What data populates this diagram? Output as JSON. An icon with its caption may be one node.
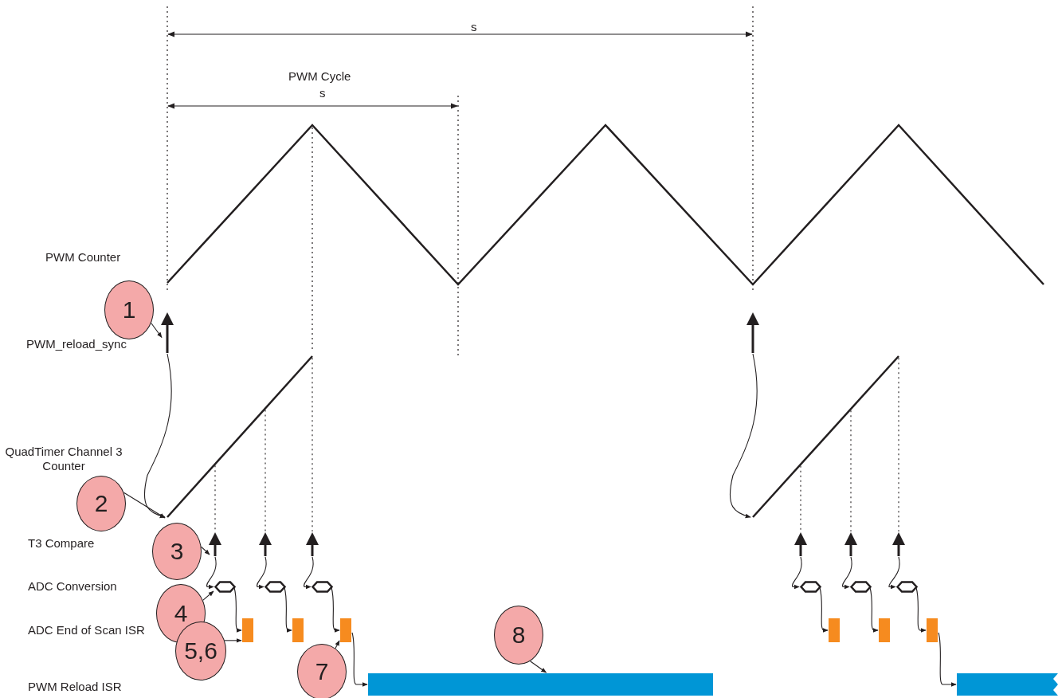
{
  "diagram": {
    "nodes": [
      {
        "text": [
          "1"
        ]
      },
      {
        "text": [],
        "shape": "arrow"
      },
      {
        "text": [],
        "shape": "arrow"
      },
      {
        "text": [],
        "shape": "line"
      },
      {
        "text": [],
        "shape": "line"
      },
      {
        "text": [
          "2"
        ]
      },
      {
        "text": [
          "3"
        ]
      },
      {
        "text": [],
        "shape": "arrow"
      },
      {
        "text": [],
        "shape": "arrow"
      },
      {
        "text": [],
        "shape": "arrow"
      },
      {
        "text": [],
        "shape": "arrow"
      },
      {
        "text": [],
        "shape": "arrow"
      },
      {
        "text": [],
        "shape": "arrow"
      },
      {
        "text": [
          "4"
        ]
      },
      {
        "text": [],
        "shape": "hexagon"
      },
      {
        "text": [],
        "shape": "hexagon"
      },
      {
        "text": [],
        "shape": "hexagon"
      },
      {
        "text": [],
        "shape": "hexagon"
      },
      {
        "text": [],
        "shape": "hexagon"
      },
      {
        "text": [],
        "shape": "hexagon"
      },
      {
        "text": [
          "8"
        ]
      },
      {
        "text": [],
        "shape": "bar"
      },
      {
        "text": [],
        "shape": "bar"
      },
      {
        "text": [],
        "shape": "bar"
      },
      {
        "text": [],
        "shape": "bar"
      },
      {
        "text": [],
        "shape": "bar"
      },
      {
        "text": [],
        "shape": "bar"
      },
      {
        "text": [
          "5,6"
        ]
      },
      {
        "text": [
          "7"
        ]
      },
      {
        "text": [],
        "shape": "bar"
      },
      {
        "text": [],
        "shape": "bar"
      }
    ],
    "edges": [
      {
        "from": 0,
        "to": 1,
        "arrow": "to"
      },
      {
        "from": 1,
        "to": 3,
        "arrow": "to"
      },
      {
        "from": 2,
        "to": 4,
        "arrow": "to"
      },
      {
        "from": 5,
        "to": 3,
        "arrow": "to"
      },
      {
        "from": 6,
        "to": 7,
        "arrow": "to"
      },
      {
        "from": 13,
        "to": 14,
        "arrow": "to"
      },
      {
        "from": 7,
        "to": 14,
        "arrow": "to"
      },
      {
        "from": 8,
        "to": 15,
        "arrow": "to"
      },
      {
        "from": 9,
        "to": 16,
        "arrow": "to"
      },
      {
        "from": 10,
        "to": 17,
        "arrow": "to"
      },
      {
        "from": 11,
        "to": 18,
        "arrow": "to"
      },
      {
        "from": 12,
        "to": 19,
        "arrow": "to"
      },
      {
        "from": 14,
        "to": 21,
        "arrow": "to"
      },
      {
        "from": 15,
        "to": 22,
        "arrow": "to"
      },
      {
        "from": 16,
        "to": 23,
        "arrow": "to"
      },
      {
        "from": 17,
        "to": 24,
        "arrow": "to"
      },
      {
        "from": 18,
        "to": 25,
        "arrow": "to"
      },
      {
        "from": 19,
        "to": 26,
        "arrow": "to"
      },
      {
        "from": 27,
        "to": 21,
        "arrow": "to"
      },
      {
        "from": 28,
        "to": 23,
        "arrow": "to"
      },
      {
        "from": 20,
        "to": 29,
        "arrow": "to"
      },
      {
        "from": 23,
        "to": 29,
        "arrow": "to"
      },
      {
        "from": 26,
        "to": 30,
        "arrow": "to"
      },
      {
        "from": 3,
        "to": 7,
        "arrow": "none",
        "style": "dashed"
      },
      {
        "from": 3,
        "to": 8,
        "arrow": "none",
        "style": "dashed"
      },
      {
        "from": 3,
        "to": 9,
        "arrow": "none",
        "style": "dashed"
      },
      {
        "from": 4,
        "to": 10,
        "arrow": "none",
        "style": "dashed"
      },
      {
        "from": 4,
        "to": 11,
        "arrow": "none",
        "style": "dashed"
      },
      {
        "from": 4,
        "to": 12,
        "arrow": "none",
        "style": "dashed"
      }
    ],
    "labels": [
      "s",
      "PWM Cycle",
      "s",
      "PWM Counter",
      "PWM_reload_sync",
      "QuadTimer Channel 3 Counter",
      "T3 Compare",
      "ADC Conversion",
      "ADC End of Scan ISR",
      "PWM Reload ISR"
    ]
  }
}
